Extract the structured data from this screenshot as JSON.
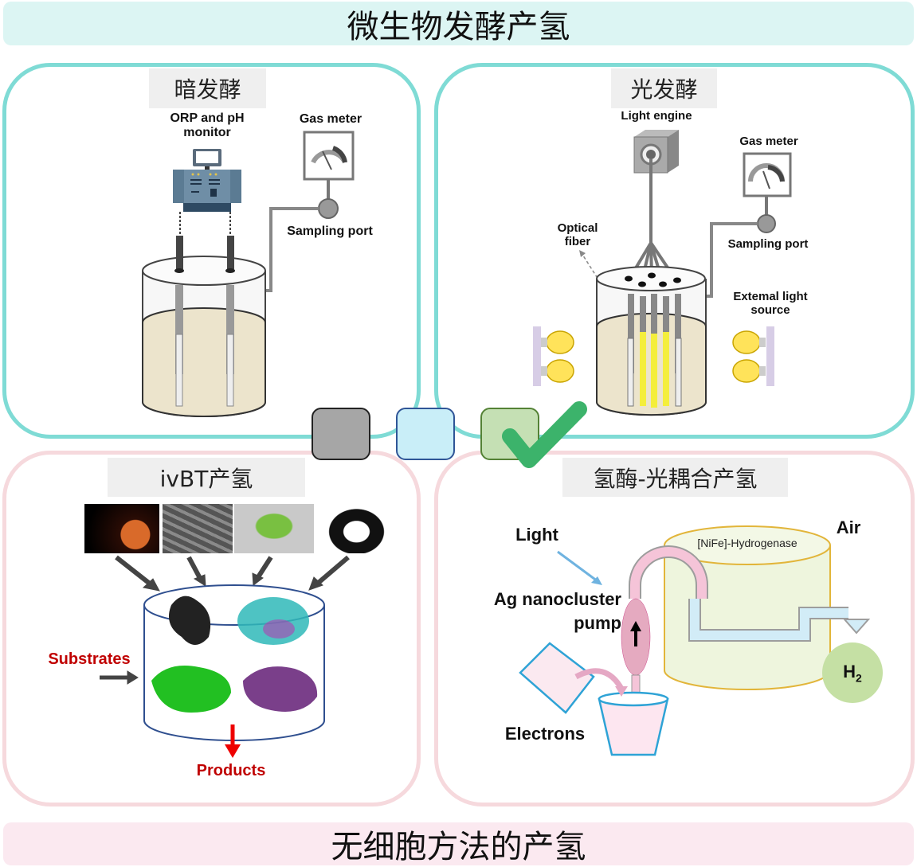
{
  "top_banner": {
    "title": "微生物发酵产氢",
    "color": "#dcf5f3"
  },
  "bottom_banner": {
    "title": "无细胞方法的产氢",
    "color": "#fbe9f0"
  },
  "panels": {
    "dark_fermentation": {
      "title": "暗发酵",
      "labels": {
        "monitor": "ORP and pH monitor",
        "gas_meter": "Gas meter",
        "sampling_port": "Sampling port"
      }
    },
    "photo_fermentation": {
      "title": "光发酵",
      "labels": {
        "light_engine": "Light engine",
        "gas_meter": "Gas meter",
        "optical_fiber": "Optical fiber",
        "sampling_port": "Sampling port",
        "external_light": "Extemal light source"
      }
    },
    "ivbt": {
      "title": "ivBT产氢",
      "sources": [
        "microbe-cell",
        "bacteria-sem",
        "plant-seedling",
        "rabbit"
      ],
      "labels": {
        "substrates": "Substrates",
        "products": "Products"
      }
    },
    "hydrogenase_photo": {
      "title": "氢酶-光耦合产氢",
      "labels": {
        "light": "Light",
        "pump": "Ag nanocluster pump",
        "electrons": "Electrons",
        "enzyme": "[NiFe]-Hydrogenase",
        "air": "Air",
        "h2": "H",
        "h2_sub": "2"
      }
    }
  },
  "legend_squares": [
    {
      "name": "gray",
      "fill": "#a6a6a6",
      "border": "#222222"
    },
    {
      "name": "light-blue",
      "fill": "#c9eef8",
      "border": "#2f5597"
    },
    {
      "name": "light-green",
      "fill": "#c5e0b4",
      "border": "#548235",
      "checked": true
    }
  ],
  "colors": {
    "teal_border": "#7fdbd5",
    "pink_border": "#f6d9dd",
    "check": "#3cb36b",
    "red_label": "#c00000"
  }
}
